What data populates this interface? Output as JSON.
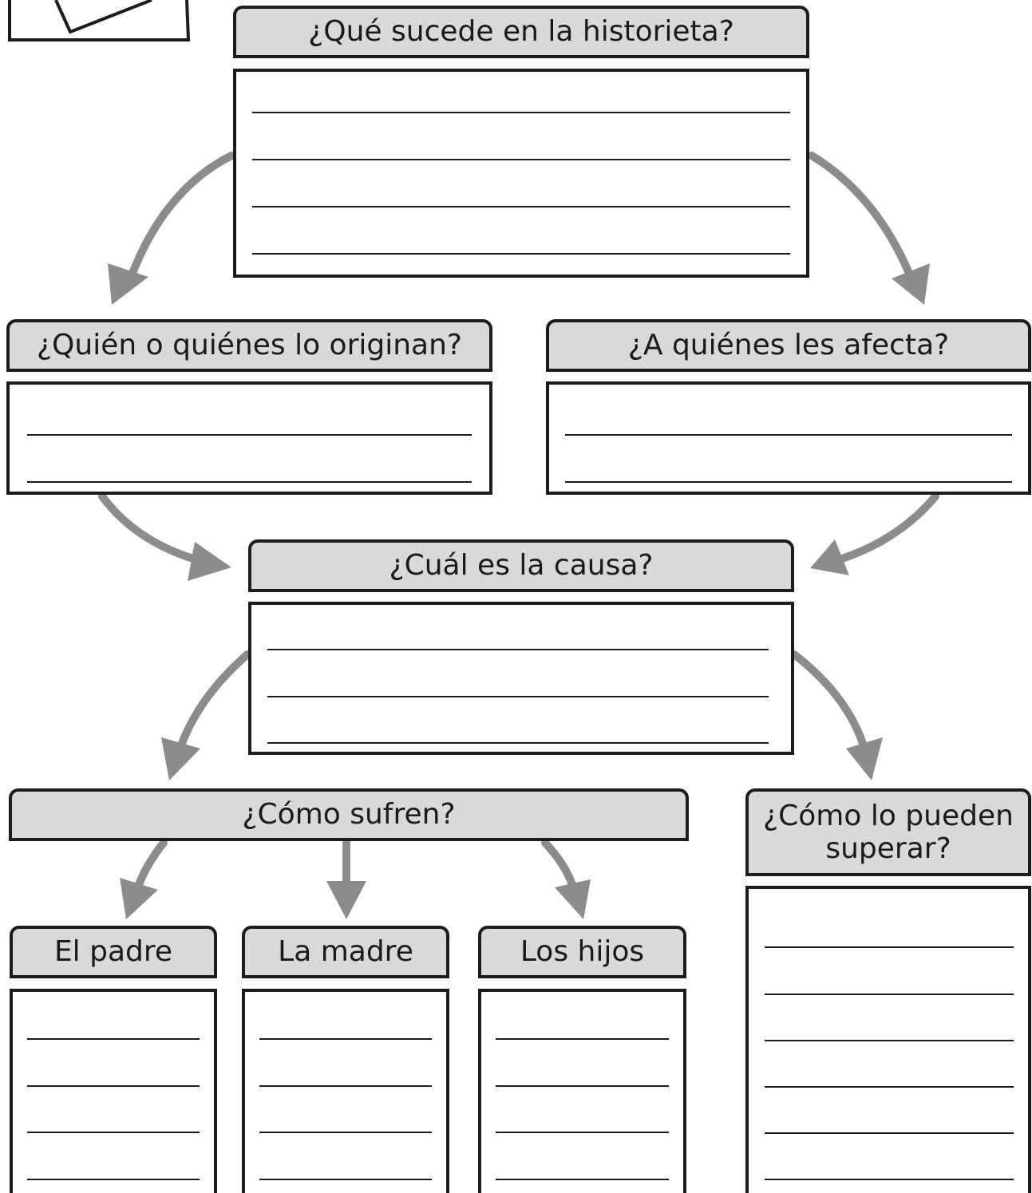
{
  "colors": {
    "header_fill": "#d9d9db",
    "border": "#1c1c1c",
    "arrow": "#8c8c8c"
  },
  "nodes": {
    "what_happens": {
      "label": "¿Qué sucede en la historieta?",
      "answer_lines": 4
    },
    "who_causes": {
      "label": "¿Quién o quiénes lo originan?",
      "answer_lines": 2
    },
    "who_affected": {
      "label": "¿A quiénes les afecta?",
      "answer_lines": 2
    },
    "cause": {
      "label": "¿Cuál es la causa?",
      "answer_lines": 3
    },
    "how_suffer": {
      "label": "¿Cómo sufren?"
    },
    "father": {
      "label": "El padre",
      "answer_lines": 4
    },
    "mother": {
      "label": "La madre",
      "answer_lines": 4
    },
    "children": {
      "label": "Los hijos",
      "answer_lines": 4
    },
    "overcome": {
      "label": "¿Cómo lo pueden superar?",
      "answer_lines": 6
    }
  },
  "edges": [
    {
      "from": "what_happens",
      "to": "who_causes"
    },
    {
      "from": "what_happens",
      "to": "who_affected"
    },
    {
      "from": "who_causes",
      "to": "cause"
    },
    {
      "from": "who_affected",
      "to": "cause"
    },
    {
      "from": "cause",
      "to": "how_suffer"
    },
    {
      "from": "cause",
      "to": "overcome"
    },
    {
      "from": "how_suffer",
      "to": "father"
    },
    {
      "from": "how_suffer",
      "to": "mother"
    },
    {
      "from": "how_suffer",
      "to": "children"
    }
  ]
}
